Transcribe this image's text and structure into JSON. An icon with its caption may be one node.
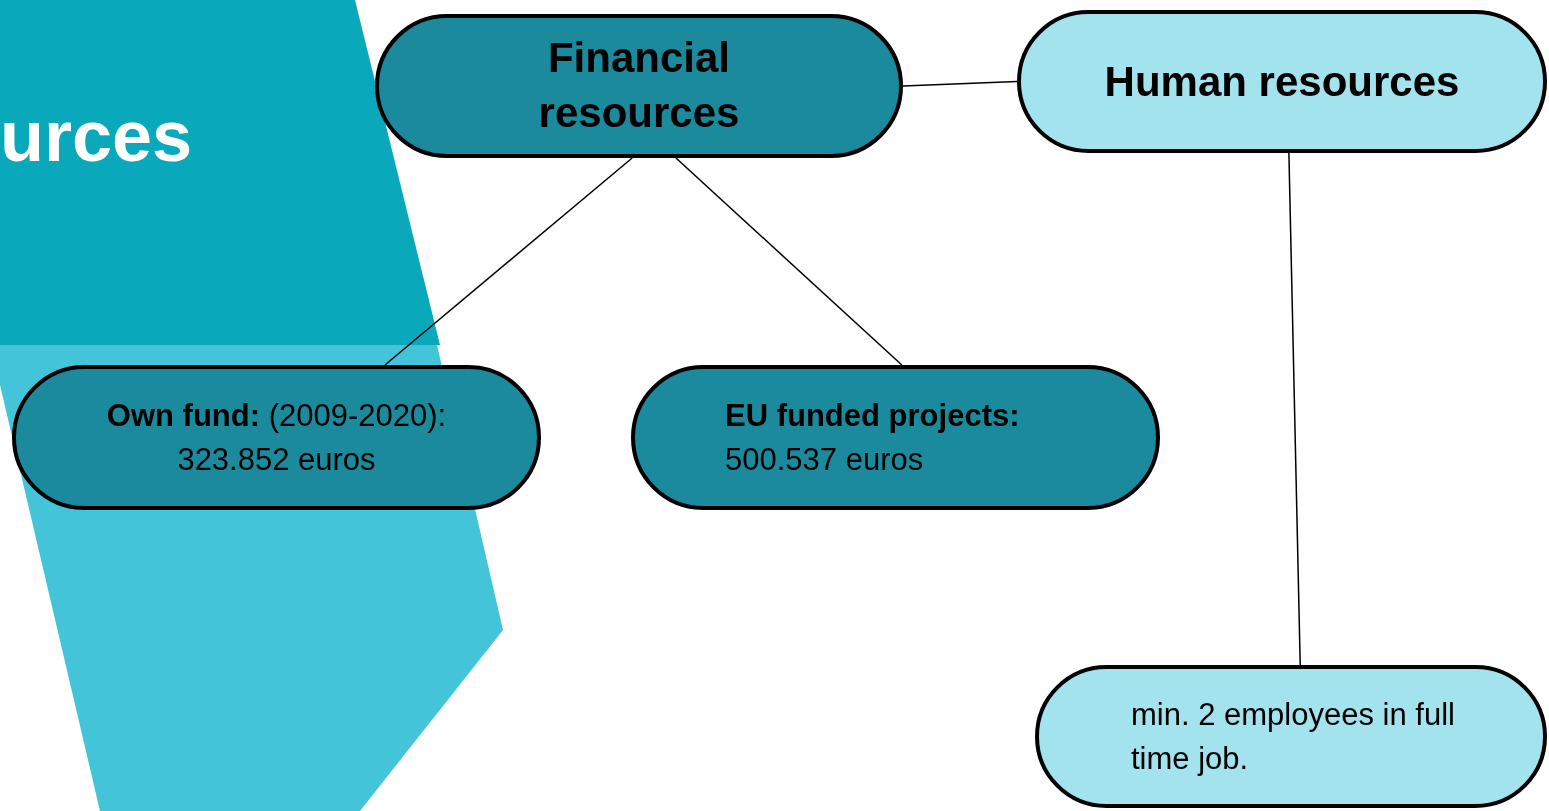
{
  "diagram": {
    "title": "urces",
    "nodes": [
      {
        "text": [
          "Financial resources"
        ]
      },
      {
        "text": [
          "Human resources"
        ]
      },
      {
        "text": [
          "**Own fund:** (2009-2020): 323.852 euros"
        ]
      },
      {
        "text": [
          "**EU funded projects:** 500.537 euros"
        ]
      },
      {
        "text": [
          "min. 2 employees in full time job."
        ]
      }
    ],
    "edges": [
      {
        "from": 0,
        "to": 1,
        "arrow": "none"
      },
      {
        "from": 0,
        "to": 2,
        "arrow": "none"
      },
      {
        "from": 0,
        "to": 3,
        "arrow": "none"
      },
      {
        "from": 1,
        "to": 4,
        "arrow": "none"
      }
    ]
  }
}
